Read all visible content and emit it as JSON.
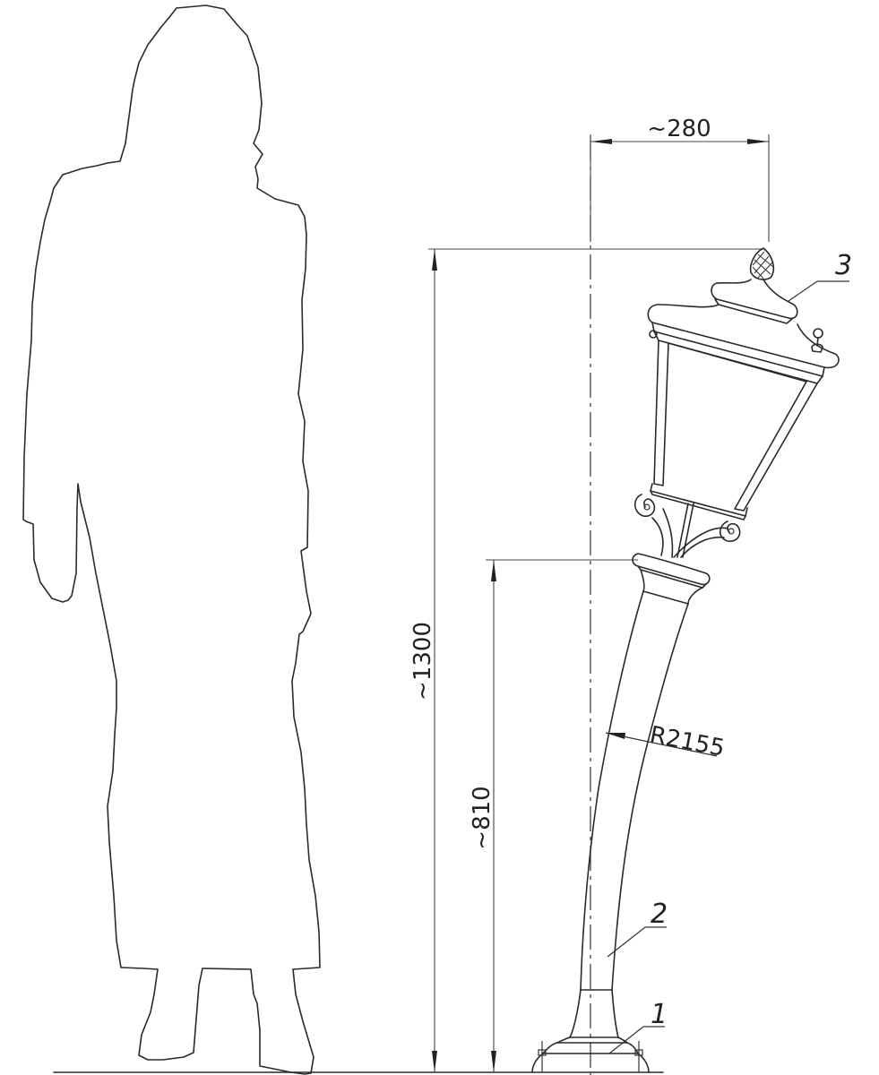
{
  "drawing": {
    "title": "Garden lamp post with human scale figure",
    "colors": {
      "line": "#2a2a2a",
      "background": "#ffffff"
    },
    "dimensions": {
      "width_top": "~280",
      "total_height": "~1300",
      "post_height": "~810",
      "radius": "R2155"
    },
    "callouts": [
      {
        "number": "1",
        "part": "base"
      },
      {
        "number": "2",
        "part": "post"
      },
      {
        "number": "3",
        "part": "lantern"
      }
    ],
    "figure": "human-silhouette"
  }
}
